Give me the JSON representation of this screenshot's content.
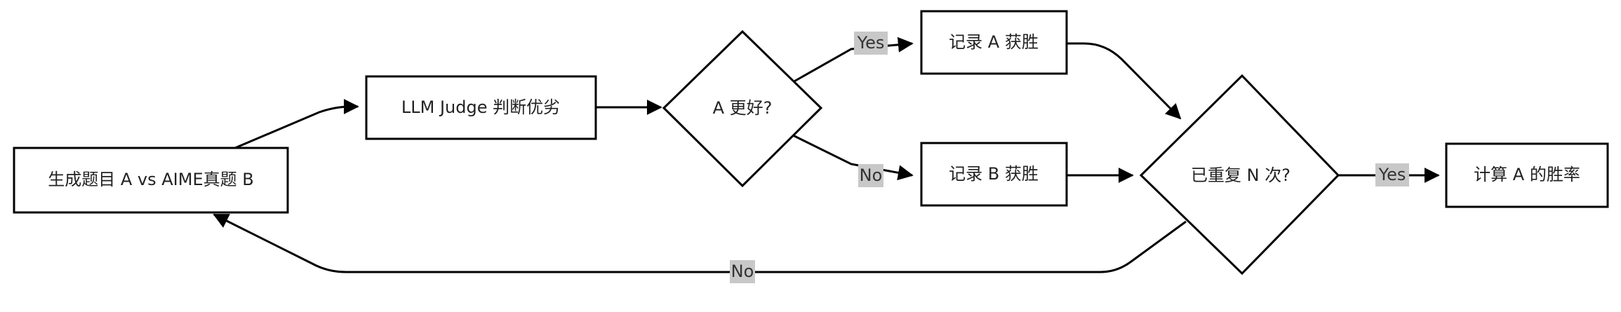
{
  "diagram": {
    "nodes": {
      "generate": "生成题目 A vs AIME真题 B",
      "judge": "LLM Judge 判断优劣",
      "compare": "A 更好?",
      "record_a": "记录 A 获胜",
      "record_b": "记录 B 获胜",
      "repeat": "已重复 N 次?",
      "compute": "计算 A 的胜率"
    },
    "edge_labels": {
      "compare_yes": "Yes",
      "compare_no": "No",
      "repeat_yes": "Yes",
      "repeat_no": "No"
    }
  }
}
